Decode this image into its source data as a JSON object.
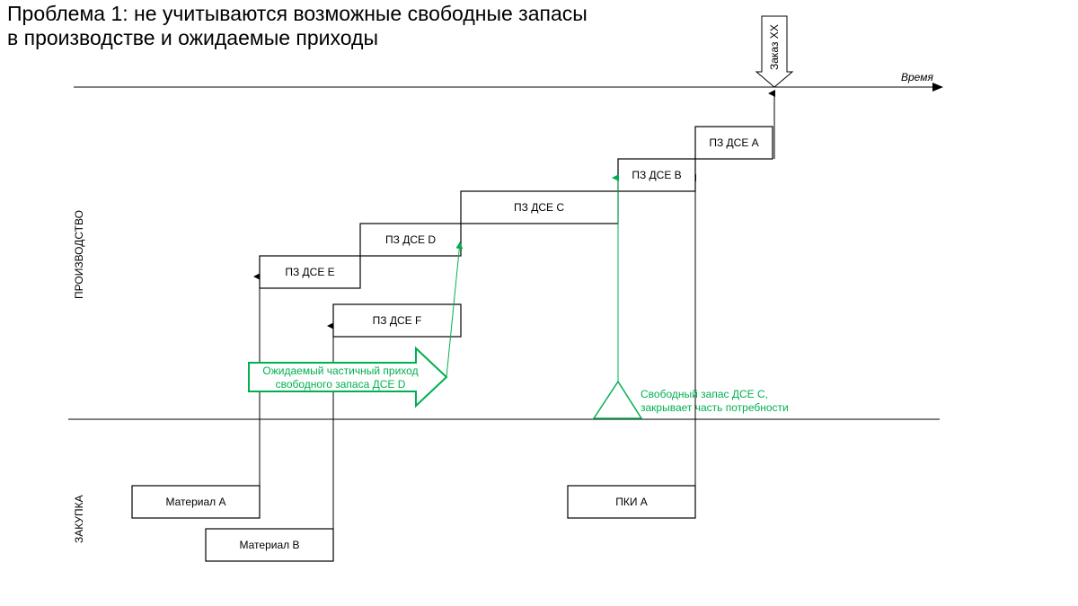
{
  "title": {
    "line1": "Проблема 1: не учитываются возможные свободные запасы",
    "line2": "в производстве и ожидаемые приходы"
  },
  "axis": {
    "time_label": "Время",
    "production_label": "ПРОИЗВОДСТВО",
    "purchase_label": "ЗАКУПКА"
  },
  "order": {
    "label": "Заказ ХХ"
  },
  "production_orders": {
    "a": "ПЗ ДСЕ А",
    "b": "ПЗ ДСЕ В",
    "c": "ПЗ ДСЕ С",
    "d": "ПЗ ДСЕ D",
    "e": "ПЗ ДСЕ E",
    "f": "ПЗ ДСЕ F"
  },
  "purchases": {
    "material_a": "Материал А",
    "material_b": "Материал В",
    "pki_a": "ПКИ А"
  },
  "annotations": {
    "expected_line1": "Ожидаемый частичный  приход",
    "expected_line2": "свободного запаса ДСЕ D",
    "free_stock_line1": "Свободный запас ДСЕ С,",
    "free_stock_line2": "закрывает часть потребности"
  },
  "colors": {
    "accent": "#00b050",
    "line": "#000000"
  }
}
